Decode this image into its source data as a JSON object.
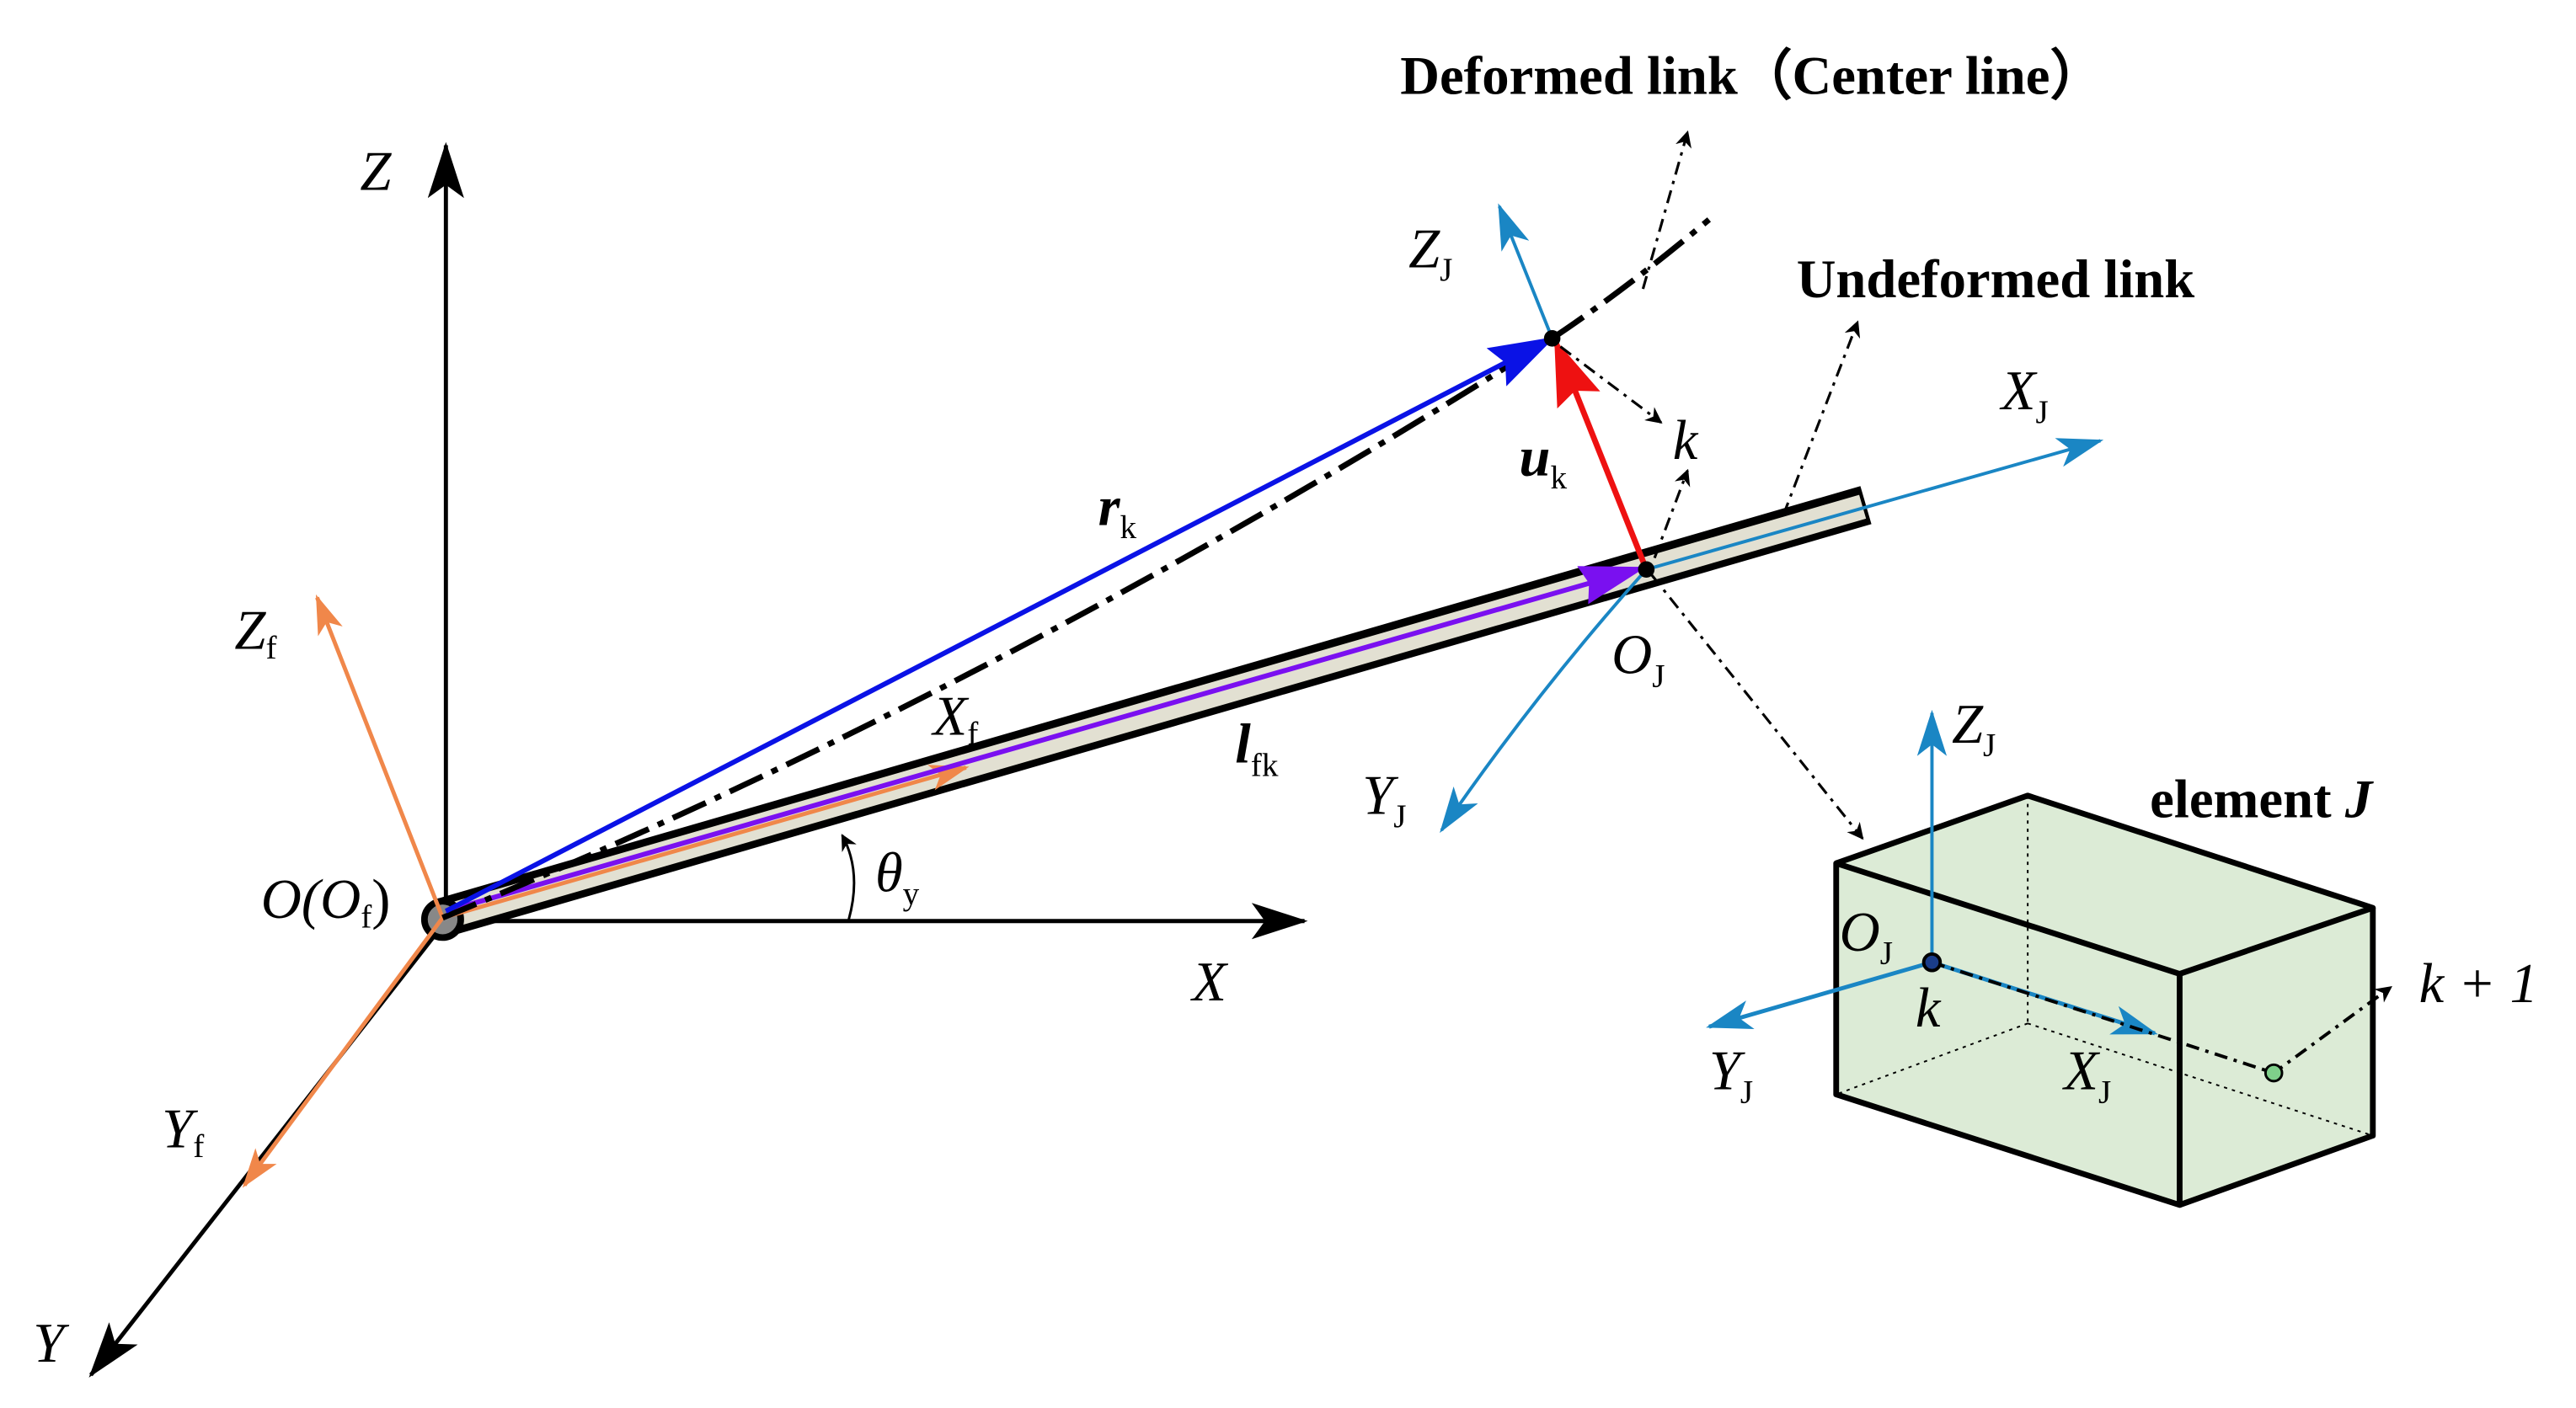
{
  "labels": {
    "deformed": "Deformed link（Center line）",
    "undeformed": "Undeformed link",
    "element": "element ",
    "element_j": "J",
    "Z": "Z",
    "X": "X",
    "Y": "Y",
    "origin": "O(O",
    "origin_sub": "f",
    "origin_close": ")",
    "Zf": "Z",
    "Yf": "Y",
    "Xf": "X",
    "f": "f",
    "rk": "r",
    "uk": "u",
    "lfk": "l",
    "k": "k",
    "fk": "fk",
    "theta": "θ",
    "theta_sub": "y",
    "ZJ": "Z",
    "XJ": "X",
    "YJ": "Y",
    "OJ": "O",
    "J": "J",
    "k_plus_1": "k + 1"
  },
  "colors": {
    "frame_f": "#f0874a",
    "frame_J": "#1a86c4",
    "rk": "#0a12e6",
    "uk": "#ee1111",
    "lfk": "#7a10f0",
    "rod_fill": "#e2e0d2",
    "box_fill": "#dcebd6",
    "node_green": "#7fd08a"
  }
}
